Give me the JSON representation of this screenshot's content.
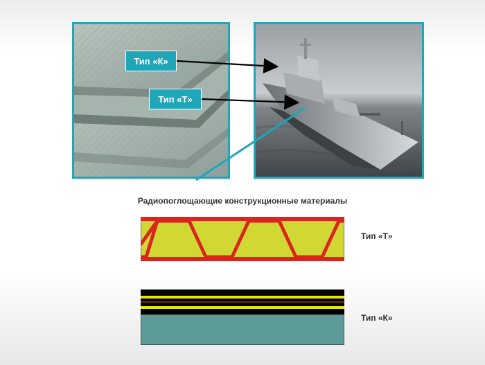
{
  "labels": {
    "type_k": "Тип «К»",
    "type_t": "Тип «Т»"
  },
  "caption": "Радиопоглощающие конструкционные материалы",
  "diagrams": {
    "truss_label": "Тип «Т»",
    "layered_label": "Тип «К»"
  },
  "colors": {
    "accent": "#1fa6b8",
    "truss_fill": "#d2d833",
    "truss_lines": "#d8261f",
    "layer_black": "#000000",
    "layer_yellow": "#e6e600",
    "layer_teal": "#5d9b98"
  }
}
